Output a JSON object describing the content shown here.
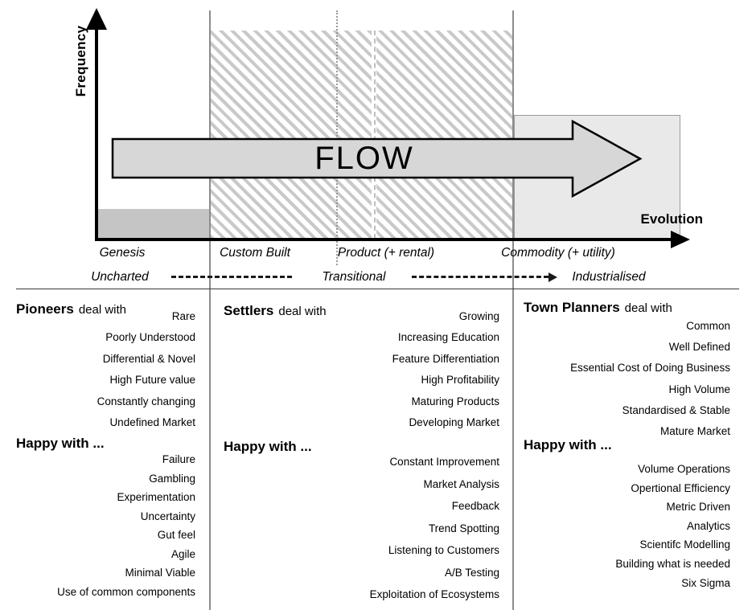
{
  "chart": {
    "y_axis_label": "Frequency",
    "flow_label": "FLOW",
    "evolution_label": "Evolution",
    "stages": [
      "Genesis",
      "Custom Built",
      "Product (+ rental)",
      "Commodity (+ utility)"
    ],
    "phases": [
      "Uncharted",
      "Transitional",
      "Industrialised"
    ]
  },
  "columns": [
    {
      "title": "Pioneers",
      "subtitle": "deal with",
      "deal_with": [
        "Rare",
        "Poorly Understood",
        "Differential & Novel",
        "High Future value",
        "Constantly changing",
        "Undefined Market"
      ],
      "happy_title": "Happy with ...",
      "happy_with": [
        "Failure",
        "Gambling",
        "Experimentation",
        "Uncertainty",
        "Gut feel",
        "Agile",
        "Minimal Viable",
        "Use of common components"
      ]
    },
    {
      "title": "Settlers",
      "subtitle": "deal with",
      "deal_with": [
        "Growing",
        "Increasing Education",
        "Feature Differentiation",
        "High Profitability",
        "Maturing Products",
        "Developing Market"
      ],
      "happy_title": "Happy with ...",
      "happy_with": [
        "Constant Improvement",
        "Market Analysis",
        "Feedback",
        "Trend Spotting",
        "Listening to Customers",
        "A/B Testing",
        "Exploitation of Ecosystems"
      ]
    },
    {
      "title": "Town Planners",
      "subtitle": "deal with",
      "deal_with": [
        "Common",
        "Well Defined",
        "Essential Cost of Doing Business",
        "High Volume",
        "Standardised & Stable",
        "Mature Market"
      ],
      "happy_title": "Happy with ...",
      "happy_with": [
        "Volume Operations",
        "Opertional Efficiency",
        "Metric Driven",
        "Analytics",
        "Scientifc Modelling",
        "Building what is needed",
        "Six Sigma"
      ]
    }
  ],
  "colors": {
    "hatch_stripe": "#c9c9c9",
    "genesis_bar": "#c5c5c5",
    "flow_fill": "#d7d7d7",
    "commodity_fill": "#e9e9e9",
    "axis": "#000000",
    "divider_gray": "#8c8c8c"
  }
}
